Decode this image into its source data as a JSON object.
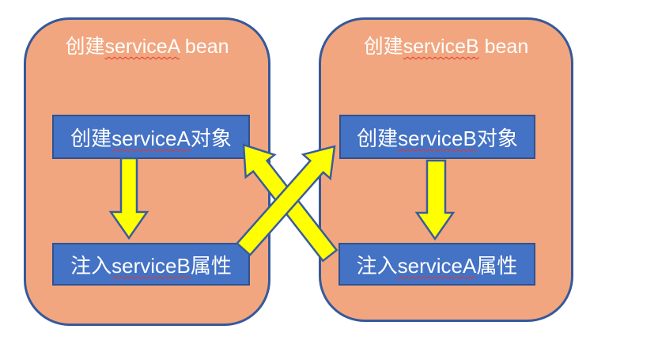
{
  "diagram": {
    "description": "Circular dependency between serviceA and serviceB bean creation"
  },
  "colors": {
    "page_background": "#FFFFFF",
    "container_fill": "#F2A67F",
    "container_border": "#35599A",
    "box_fill": "#4472C4",
    "box_border": "#2F528F",
    "arrow_fill": "#FFFF00",
    "arrow_border": "#3A5C9C",
    "text": "#FFFFFF",
    "spellcheck_underline": "#E03A2F"
  },
  "containers": [
    {
      "id": "serviceA-bean",
      "title": {
        "pre": "创建",
        "word": "serviceA",
        "post": " bean"
      },
      "steps": [
        {
          "pre": "创建",
          "word": "serviceA",
          "post": "对象"
        },
        {
          "pre": "注入",
          "word": "serviceB",
          "post": "属性"
        }
      ]
    },
    {
      "id": "serviceB-bean",
      "title": {
        "pre": "创建",
        "word": "serviceB",
        "post": " bean"
      },
      "steps": [
        {
          "pre": "创建",
          "word": "serviceB",
          "post": "对象"
        },
        {
          "pre": "注入",
          "word": "serviceA",
          "post": "属性"
        }
      ]
    }
  ],
  "arrows": [
    {
      "name": "arrow-down-serviceA",
      "type": "block-arrow",
      "direction": "down",
      "from": "创建serviceA对象",
      "to": "注入serviceB属性"
    },
    {
      "name": "arrow-down-serviceB",
      "type": "block-arrow",
      "direction": "down",
      "from": "创建serviceB对象",
      "to": "注入serviceA属性"
    },
    {
      "name": "arrow-cross-up-left",
      "type": "block-arrow",
      "direction": "up-left",
      "from": "注入serviceA属性",
      "to": "创建serviceA对象"
    },
    {
      "name": "arrow-cross-up-right",
      "type": "block-arrow",
      "direction": "up-right",
      "from": "注入serviceB属性",
      "to": "创建serviceB对象"
    }
  ]
}
